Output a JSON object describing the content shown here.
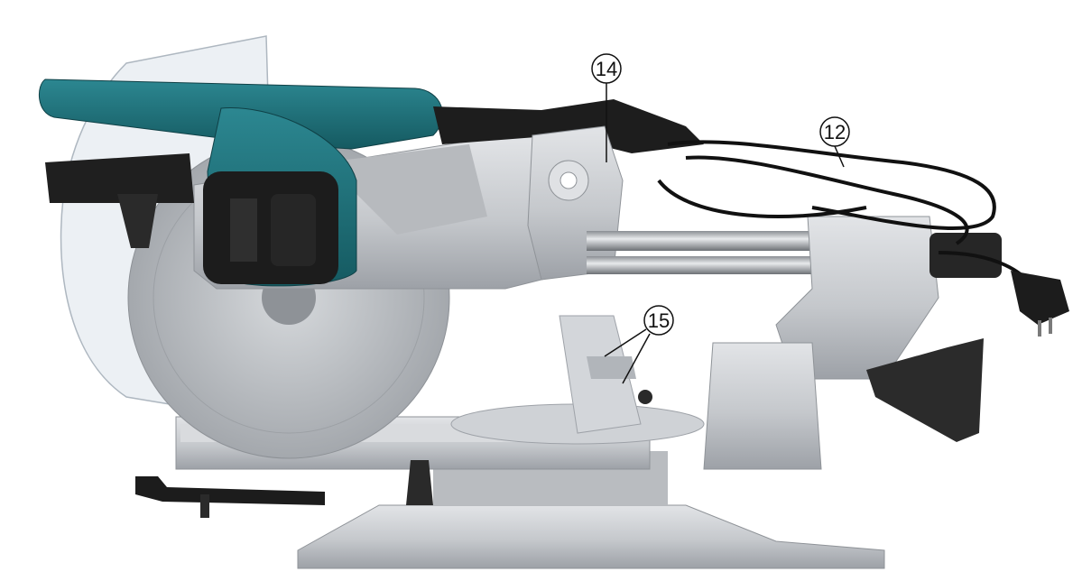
{
  "figure": {
    "callouts": [
      {
        "label": "14"
      },
      {
        "label": "12"
      },
      {
        "label": "15"
      }
    ]
  },
  "colors": {
    "background": "#ffffff",
    "housing_teal": "#1f6f78",
    "housing_teal_dark": "#14545b",
    "motor_black": "#1c1c1c",
    "aluminum": "#c9ccd0",
    "aluminum_dark": "#9ea2a8",
    "blade": "#b5b8bc",
    "guard": "#e4eaf0",
    "cable": "#111111",
    "callout_line": "#111111"
  },
  "icons": [
    "miter-saw-illustration",
    "blade-guard",
    "motor-housing",
    "power-cable",
    "slide-rails",
    "fence-clamp"
  ]
}
